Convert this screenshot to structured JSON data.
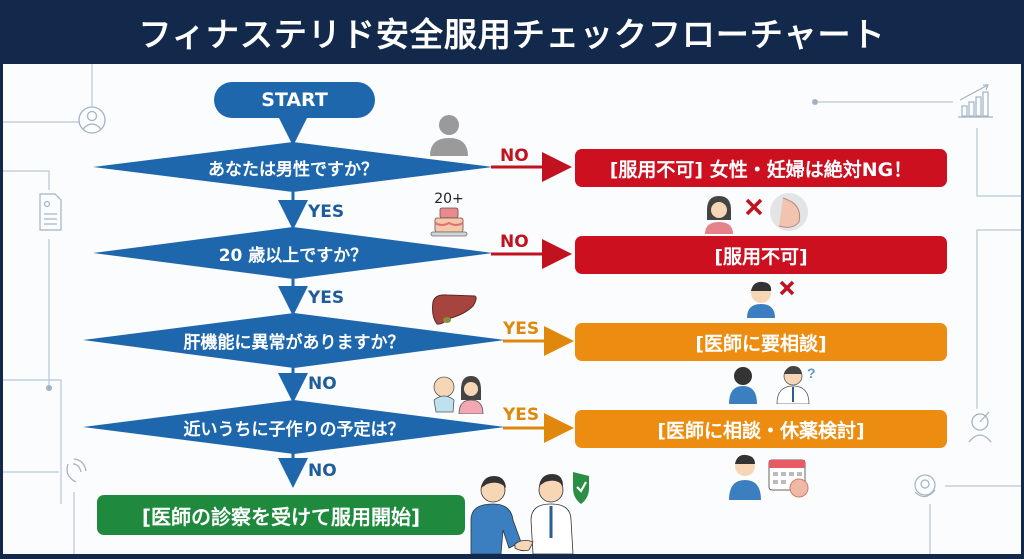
{
  "header": {
    "title": "フィナステリド安全服用チェックフローチャート"
  },
  "colors": {
    "header_bg": "#13294b",
    "flow_blue": "#1f67ad",
    "ng_red": "#cc1020",
    "consult_orange": "#ec8c10",
    "ok_green": "#1f8a3d"
  },
  "flow": {
    "start": "START",
    "questions": [
      {
        "text": "あなたは男性ですか？",
        "down_label": "YES",
        "side_label": "NO"
      },
      {
        "text": "20 歳以上ですか？",
        "down_label": "YES",
        "side_label": "NO"
      },
      {
        "text": "肝機能に異常がありますか？",
        "down_label": "NO",
        "side_label": "YES"
      },
      {
        "text": "近いうちに子作りの予定は？",
        "down_label": "NO",
        "side_label": "YES"
      }
    ],
    "outcomes": [
      {
        "text": "[服用不可] 女性・妊婦は絶対NG！",
        "type": "ng"
      },
      {
        "text": "[服用不可]",
        "type": "ng"
      },
      {
        "text": "[医師に要相談]",
        "type": "consult"
      },
      {
        "text": "[医師に相談・休薬検討]",
        "type": "consult"
      }
    ],
    "final": "[医師の診察を受けて服用開始]"
  },
  "illustrations": {
    "cake_label": "20+",
    "question_mark": "?"
  }
}
